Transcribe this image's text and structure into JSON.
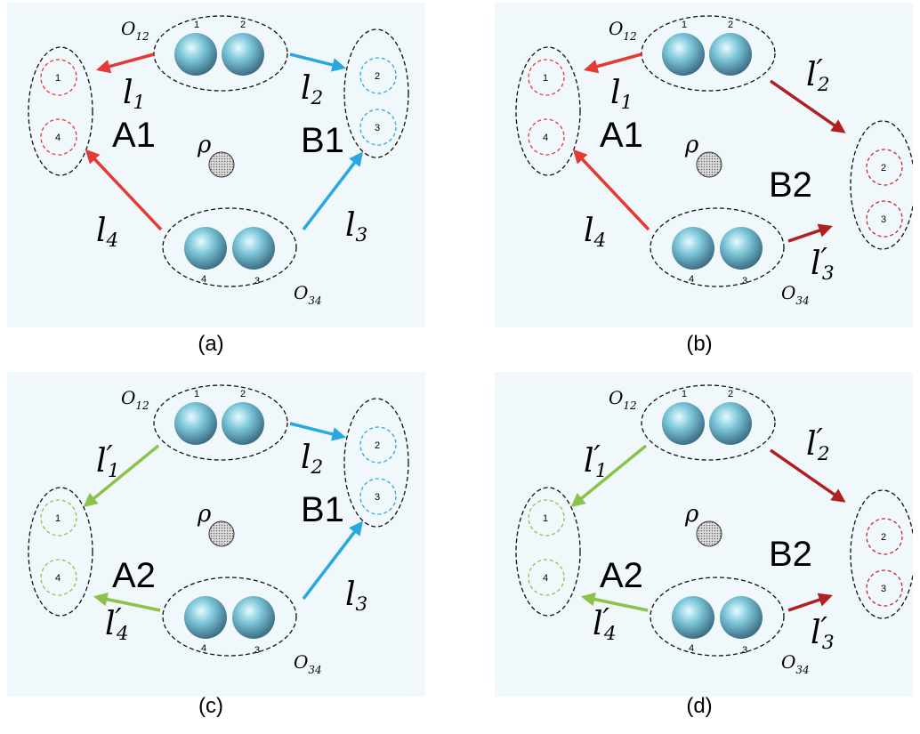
{
  "panels": [
    {
      "caption": "(a)",
      "left": {
        "label": "A1",
        "circle_color": "#e53935",
        "top_num": "1",
        "bot_num": "4",
        "arrow_top_color": "#e53935",
        "arrow_bot_color": "#e53935",
        "arrow_top_label": "l",
        "arrow_top_sub": "1",
        "arrow_top_prime": "",
        "arrow_bot_label": "l",
        "arrow_bot_sub": "4",
        "arrow_bot_prime": ""
      },
      "right": {
        "label": "B1",
        "circle_color": "#29a8e0",
        "top_num": "2",
        "bot_num": "3",
        "arrow_top_color": "#29a8e0",
        "arrow_bot_color": "#29a8e0",
        "arrow_top_label": "l",
        "arrow_top_sub": "2",
        "arrow_top_prime": "",
        "arrow_bot_label": "l",
        "arrow_bot_sub": "3",
        "arrow_bot_prime": ""
      }
    },
    {
      "caption": "(b)",
      "left": {
        "label": "A1",
        "circle_color": "#e53935",
        "top_num": "1",
        "bot_num": "4",
        "arrow_top_color": "#e53935",
        "arrow_bot_color": "#e53935",
        "arrow_top_label": "l",
        "arrow_top_sub": "1",
        "arrow_top_prime": "",
        "arrow_bot_label": "l",
        "arrow_bot_sub": "4",
        "arrow_bot_prime": ""
      },
      "right": {
        "label": "B2",
        "circle_color": "#c62828",
        "top_num": "2",
        "bot_num": "3",
        "arrow_top_color": "#b02020",
        "arrow_bot_color": "#b02020",
        "arrow_top_label": "l",
        "arrow_top_sub": "2",
        "arrow_top_prime": "′",
        "arrow_bot_label": "l",
        "arrow_bot_sub": "3",
        "arrow_bot_prime": "′"
      }
    },
    {
      "caption": "(c)",
      "left": {
        "label": "A2",
        "circle_color": "#8bc34a",
        "top_num": "1",
        "bot_num": "4",
        "arrow_top_color": "#8bc34a",
        "arrow_bot_color": "#8bc34a",
        "arrow_top_label": "l",
        "arrow_top_sub": "1",
        "arrow_top_prime": "′",
        "arrow_bot_label": "l",
        "arrow_bot_sub": "4",
        "arrow_bot_prime": "′"
      },
      "right": {
        "label": "B1",
        "circle_color": "#29a8e0",
        "top_num": "2",
        "bot_num": "3",
        "arrow_top_color": "#29a8e0",
        "arrow_bot_color": "#29a8e0",
        "arrow_top_label": "l",
        "arrow_top_sub": "2",
        "arrow_top_prime": "",
        "arrow_bot_label": "l",
        "arrow_bot_sub": "3",
        "arrow_bot_prime": ""
      }
    },
    {
      "caption": "(d)",
      "left": {
        "label": "A2",
        "circle_color": "#8bc34a",
        "top_num": "1",
        "bot_num": "4",
        "arrow_top_color": "#8bc34a",
        "arrow_bot_color": "#8bc34a",
        "arrow_top_label": "l",
        "arrow_top_sub": "1",
        "arrow_top_prime": "′",
        "arrow_bot_label": "l",
        "arrow_bot_sub": "4",
        "arrow_bot_prime": "′"
      },
      "right": {
        "label": "B2",
        "circle_color": "#c62828",
        "top_num": "2",
        "bot_num": "3",
        "arrow_top_color": "#b02020",
        "arrow_bot_color": "#b02020",
        "arrow_top_label": "l",
        "arrow_top_sub": "2",
        "arrow_top_prime": "′",
        "arrow_bot_label": "l",
        "arrow_bot_sub": "3",
        "arrow_bot_prime": "′"
      }
    }
  ],
  "source_top": {
    "label": "O",
    "sub": "12",
    "num_left": "1",
    "num_right": "2"
  },
  "source_bottom": {
    "label": "O",
    "sub": "34",
    "num_left": "4",
    "num_right": "3"
  },
  "center_label": "ρ"
}
